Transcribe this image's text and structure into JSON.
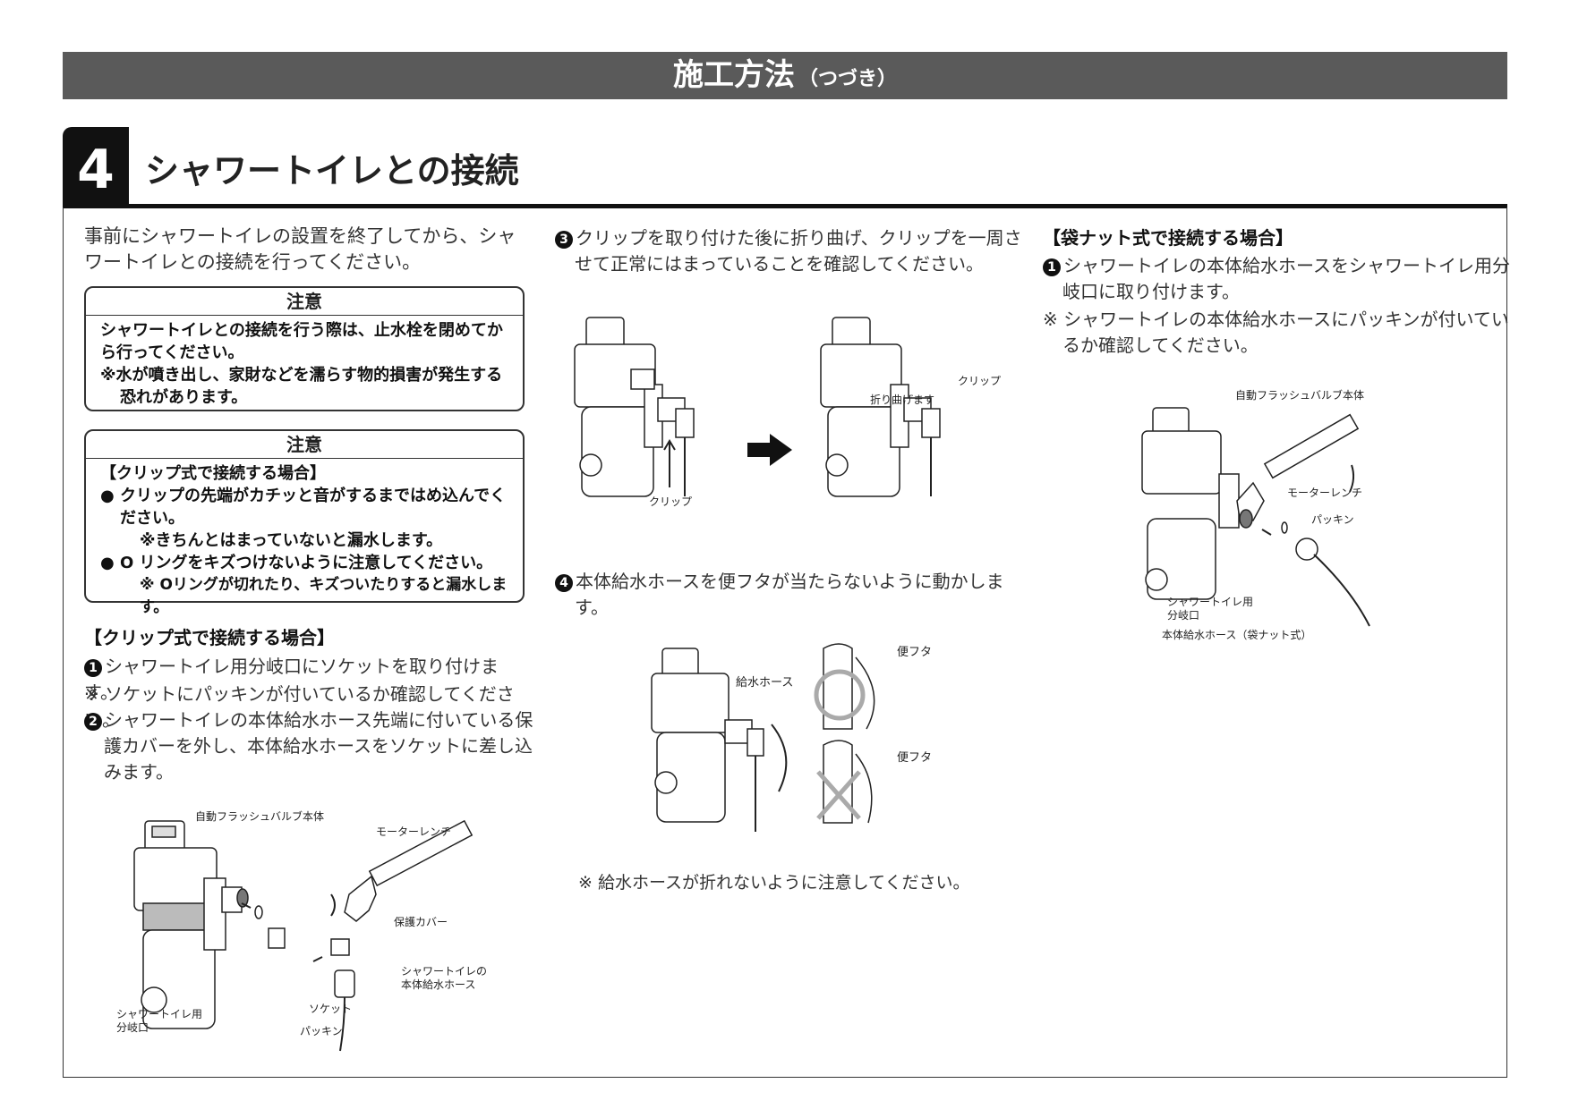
{
  "header": {
    "title": "施工方法",
    "subtitle": "（つづき）"
  },
  "section": {
    "number": "4",
    "title": "シャワートイレとの接続"
  },
  "intro": "事前にシャワートイレの設置を終了してから、シャワートイレとの接続を行ってください。",
  "caution1": {
    "title": "注意",
    "line1": "シャワートイレとの接続を行う際は、止水栓を閉めてから行ってください。",
    "line2": "※水が噴き出し、家財などを濡らす物的損害が発生する恐れがあります。"
  },
  "caution2": {
    "title": "注意",
    "heading": "【クリップ式で接続する場合】",
    "bullet1": "● クリップの先端がカチッと音がするまではめ込んでください。",
    "bullet1_note": "※きちんとはまっていないと漏水します。",
    "bullet2": "● O リングをキズつけないように注意してください。",
    "bullet2_note": "※ Oリングが切れたり、キズついたりすると漏水します。"
  },
  "clip": {
    "heading": "【クリップ式で接続する場合】",
    "step1_num": "1",
    "step1": "シャワートイレ用分岐口にソケットを取り付けます。",
    "note1": "※ ソケットにパッキンが付いているか確認してください。",
    "step2_num": "2",
    "step2": "シャワートイレの本体給水ホース先端に付いている保護カバーを外し、本体給水ホースをソケットに差し込みます。",
    "step3_num": "3",
    "step3": "クリップを取り付けた後に折り曲げ、クリップを一周させて正常にはまっていることを確認してください。",
    "step4_num": "4",
    "step4": "本体給水ホースを便フタが当たらないように動かします。",
    "note4": "※ 給水ホースが折れないように注意してください。"
  },
  "nut": {
    "heading": "【袋ナット式で接続する場合】",
    "step1_num": "1",
    "step1": "シャワートイレの本体給水ホースをシャワートイレ用分岐口に取り付けます。",
    "note1": "※ シャワートイレの本体給水ホースにパッキンが付いているか確認してください。"
  },
  "labels": {
    "valve_body": "自動フラッシュバルブ本体",
    "wrench": "モーターレンチ",
    "cover": "保護カバー",
    "hose_line1": "シャワートイレの",
    "hose_line2": "本体給水ホース",
    "branch_line1": "シャワートイレ用",
    "branch_line2": "分岐口",
    "socket": "ソケット",
    "packing": "パッキン",
    "clip": "クリップ",
    "fold": "折り曲げます",
    "supply_hose": "給水ホース",
    "lid": "便フタ",
    "hose_nut": "本体給水ホース（袋ナット式）"
  }
}
